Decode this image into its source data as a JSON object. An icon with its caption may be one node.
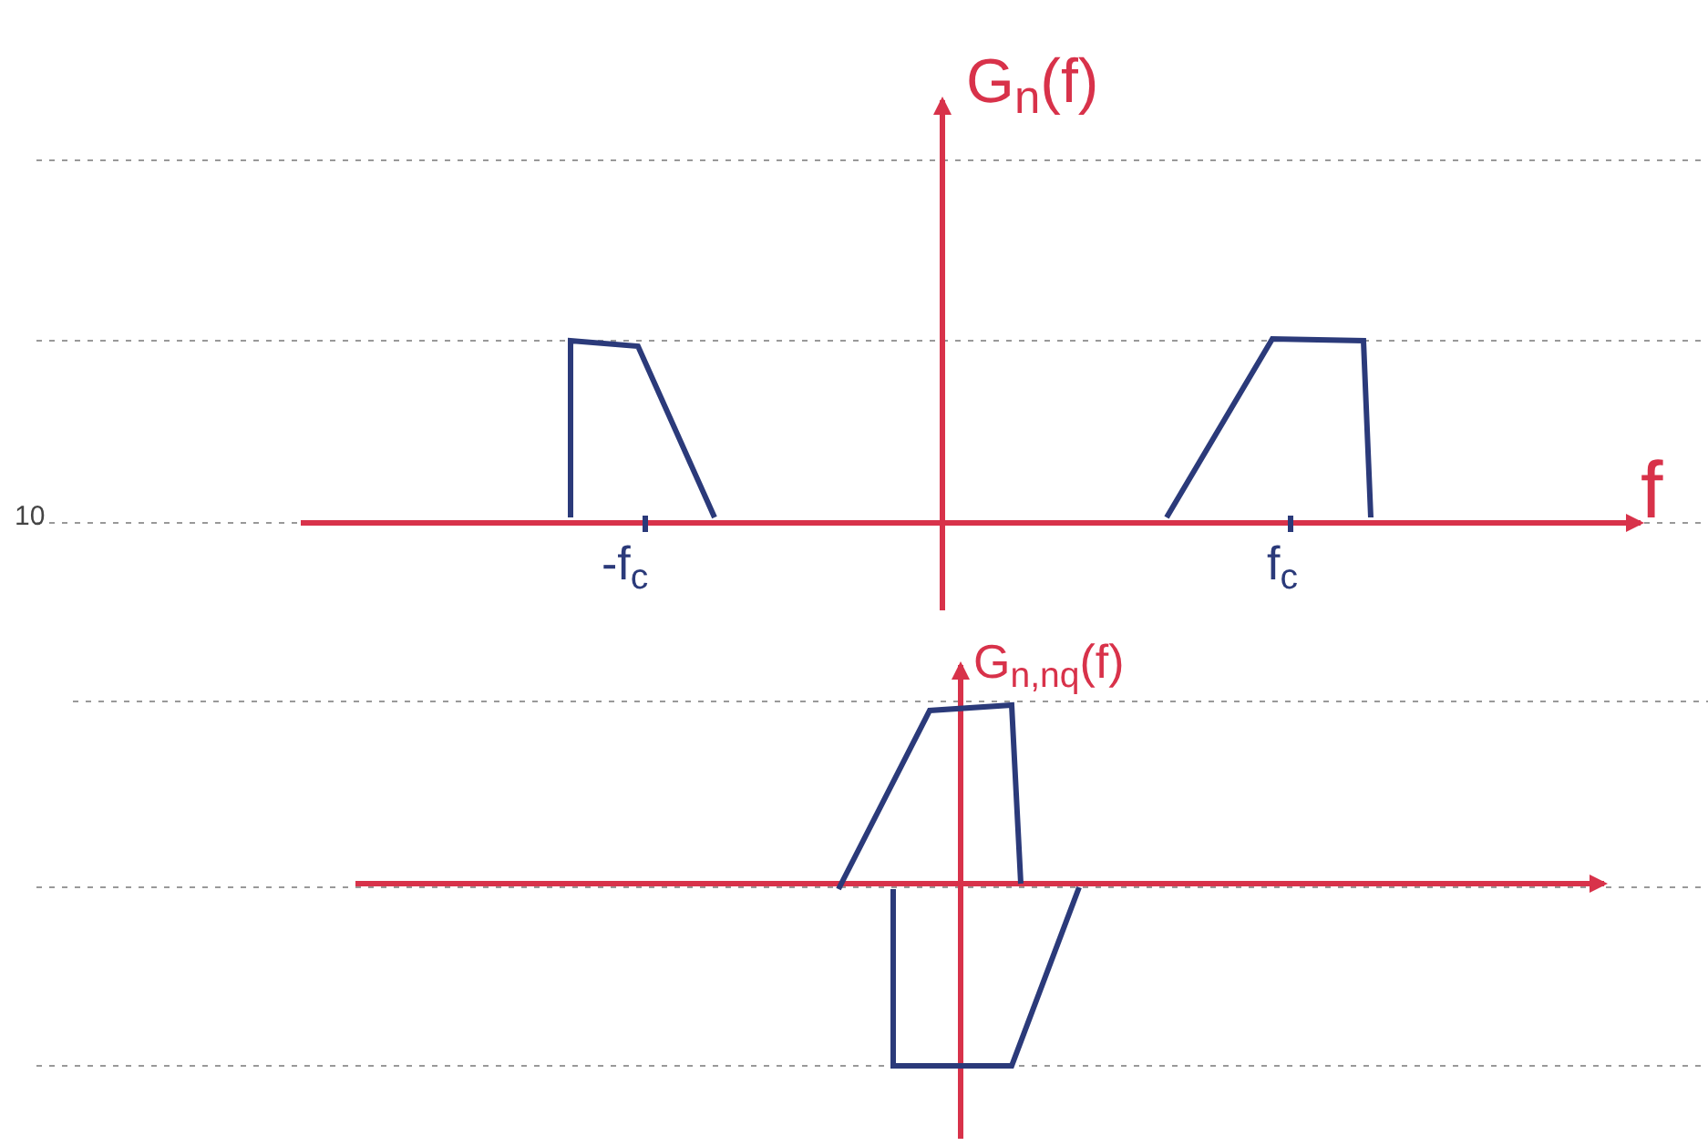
{
  "diagram": {
    "labels": [
      "G$_{n}$(f)",
      "10",
      "f",
      "-f$_{c}$",
      "f$_{c}$",
      "G$_{n,nq}$(f)"
    ]
  }
}
